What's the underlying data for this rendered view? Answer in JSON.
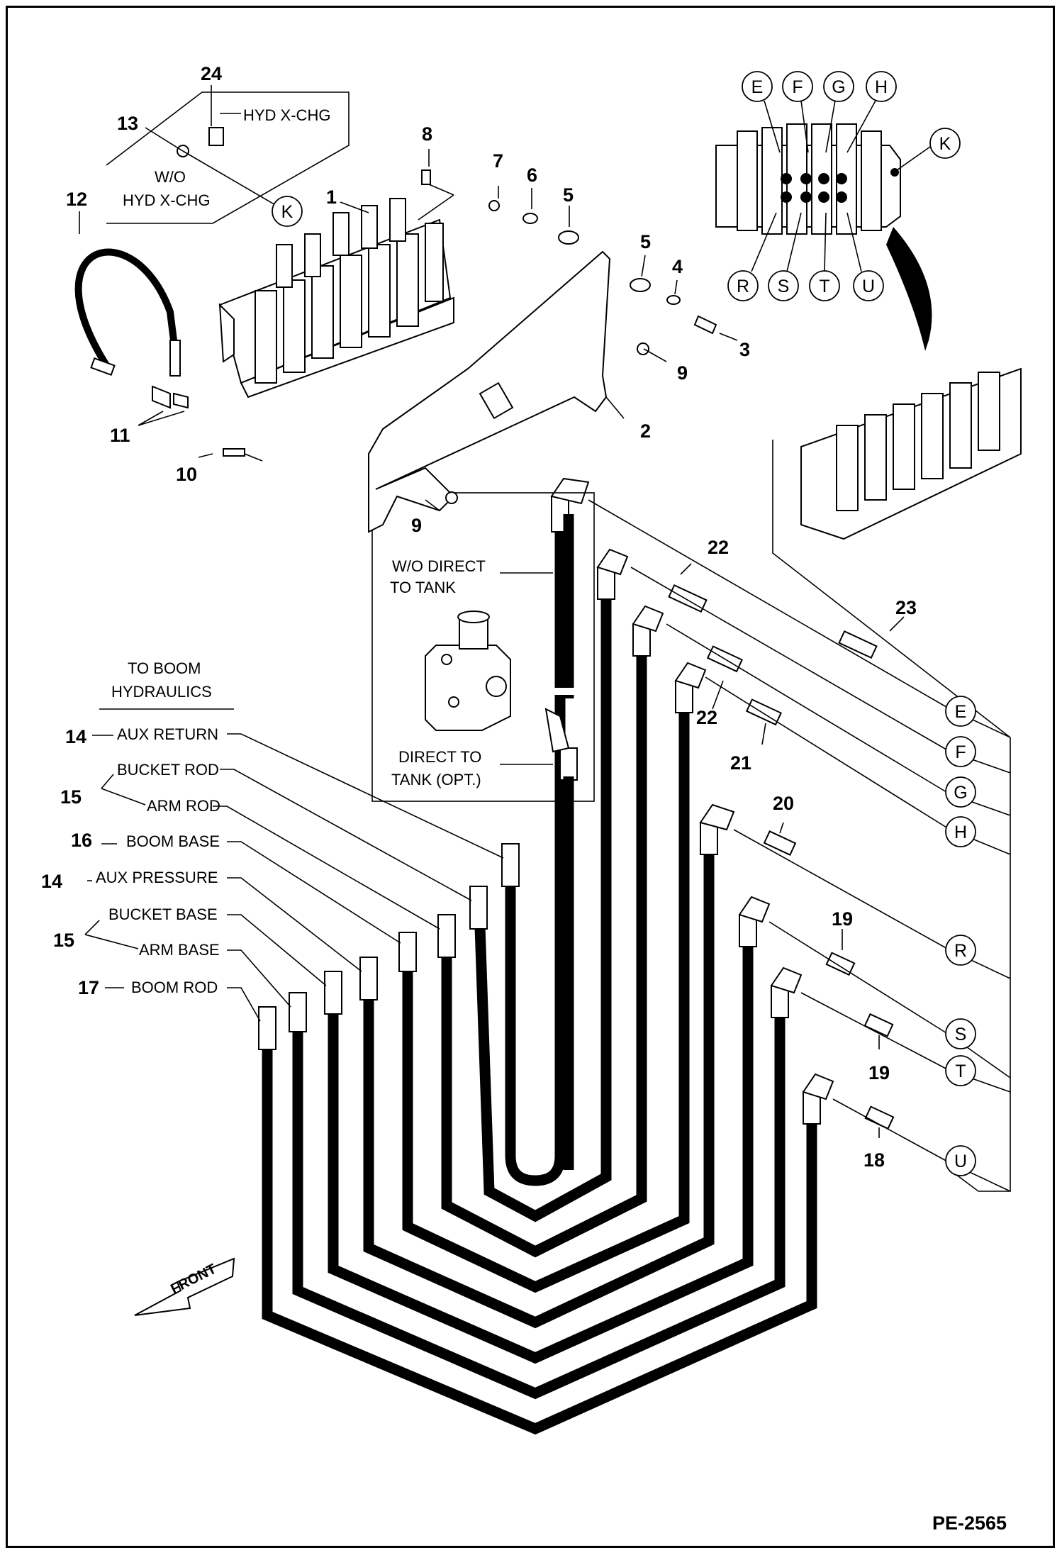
{
  "labels": {
    "hyd_xchg": "HYD X-CHG",
    "wo": "W/O",
    "wo_hyd_xchg": "HYD X-CHG",
    "wo_direct_line1": "W/O DIRECT",
    "wo_direct_line2": "TO TANK",
    "direct_line1": "DIRECT TO",
    "direct_line2": "TANK (OPT.)",
    "to_boom_line1": "TO BOOM",
    "to_boom_line2": "HYDRAULICS",
    "aux_return": "AUX RETURN",
    "bucket_rod": "BUCKET ROD",
    "arm_rod": "ARM ROD",
    "boom_base": "BOOM BASE",
    "aux_pressure": "AUX PRESSURE",
    "bucket_base": "BUCKET BASE",
    "arm_base": "ARM BASE",
    "boom_rod": "BOOM ROD",
    "front": "FRONT",
    "page_code": "PE-2565"
  },
  "part_numbers": {
    "n24": "24",
    "n13": "13",
    "n12": "12",
    "n1": "1",
    "n8": "8",
    "n7": "7",
    "n6": "6",
    "n5a": "5",
    "n5b": "5",
    "n4": "4",
    "n3": "3",
    "n9a": "9",
    "n2": "2",
    "n11": "11",
    "n10": "10",
    "n9b": "9",
    "n22a": "22",
    "n23": "23",
    "n22b": "22",
    "n21": "21",
    "n20": "20",
    "n19a": "19",
    "n19b": "19",
    "n18": "18",
    "n14a": "14",
    "n15a": "15",
    "n16": "16",
    "n14b": "14",
    "n15b": "15",
    "n17": "17"
  },
  "port_callouts": {
    "K1": "K",
    "K2": "K",
    "E1": "E",
    "F1": "F",
    "G1": "G",
    "H1": "H",
    "R1": "R",
    "S1": "S",
    "T1": "T",
    "U1": "U",
    "E2": "E",
    "F2": "F",
    "G2": "G",
    "H2": "H",
    "R2": "R",
    "S2": "S",
    "T2": "T",
    "U2": "U"
  }
}
